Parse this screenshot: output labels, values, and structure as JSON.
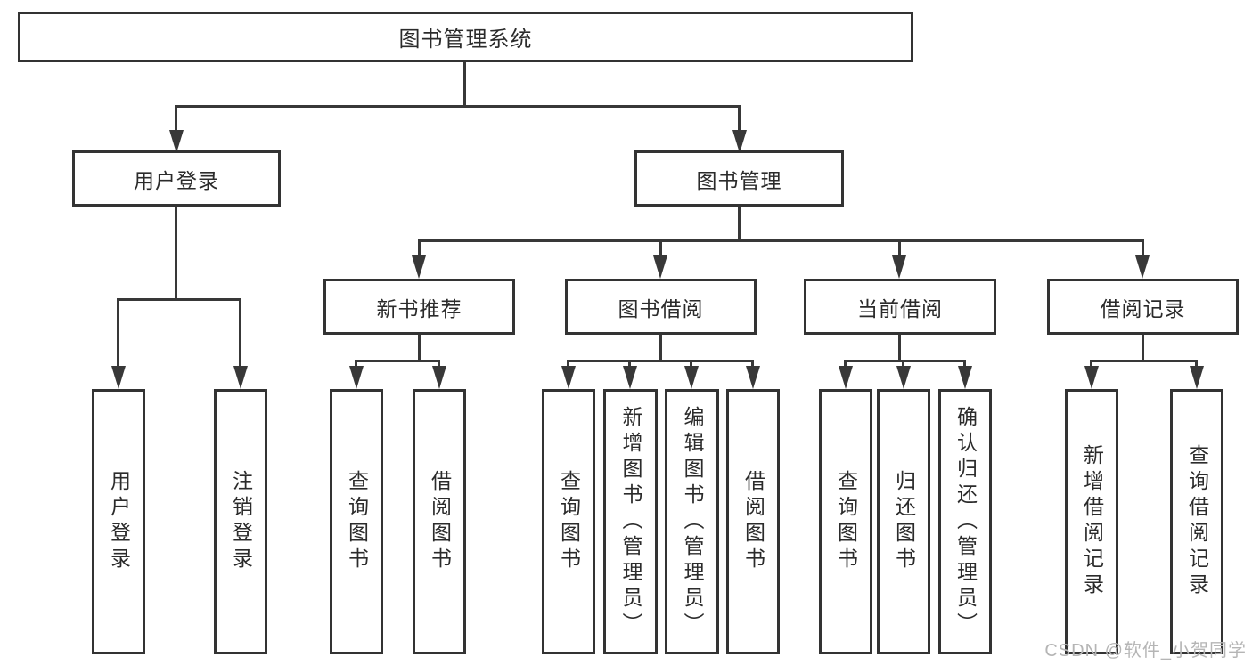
{
  "diagram": {
    "title": "图书管理系统",
    "line_color": "#383838",
    "border_color": "#333333",
    "text_color": "#2b2b2b",
    "watermark": {
      "text": "CSDN @软件_小贺同学",
      "color": "#b5b5b5"
    },
    "nodes": {
      "root": {
        "label": "图书管理系统"
      },
      "user_login": {
        "label": "用户登录"
      },
      "book_mgmt": {
        "label": "图书管理"
      },
      "new_book_rec": {
        "label": "新书推荐"
      },
      "book_borrow": {
        "label": "图书借阅"
      },
      "current_borrow": {
        "label": "当前借阅"
      },
      "borrow_record": {
        "label": "借阅记录"
      },
      "leaf_user_login": {
        "label": "用户登录"
      },
      "leaf_logout": {
        "label": "注销登录"
      },
      "leaf_query_book_rec": {
        "label": "查询图书"
      },
      "leaf_borrow_book_rec": {
        "label": "借阅图书"
      },
      "leaf_query_book_borrow": {
        "label": "查询图书"
      },
      "leaf_add_book": {
        "label": "新增图书（管理员）"
      },
      "leaf_edit_book": {
        "label": "编辑图书（管理员）"
      },
      "leaf_borrow_book": {
        "label": "借阅图书"
      },
      "leaf_query_book_current": {
        "label": "查询图书"
      },
      "leaf_return_book": {
        "label": "归还图书"
      },
      "leaf_confirm_return": {
        "label": "确认归还（管理员）"
      },
      "leaf_add_borrow_record": {
        "label": "新增借阅记录"
      },
      "leaf_query_borrow_record": {
        "label": "查询借阅记录"
      }
    }
  }
}
